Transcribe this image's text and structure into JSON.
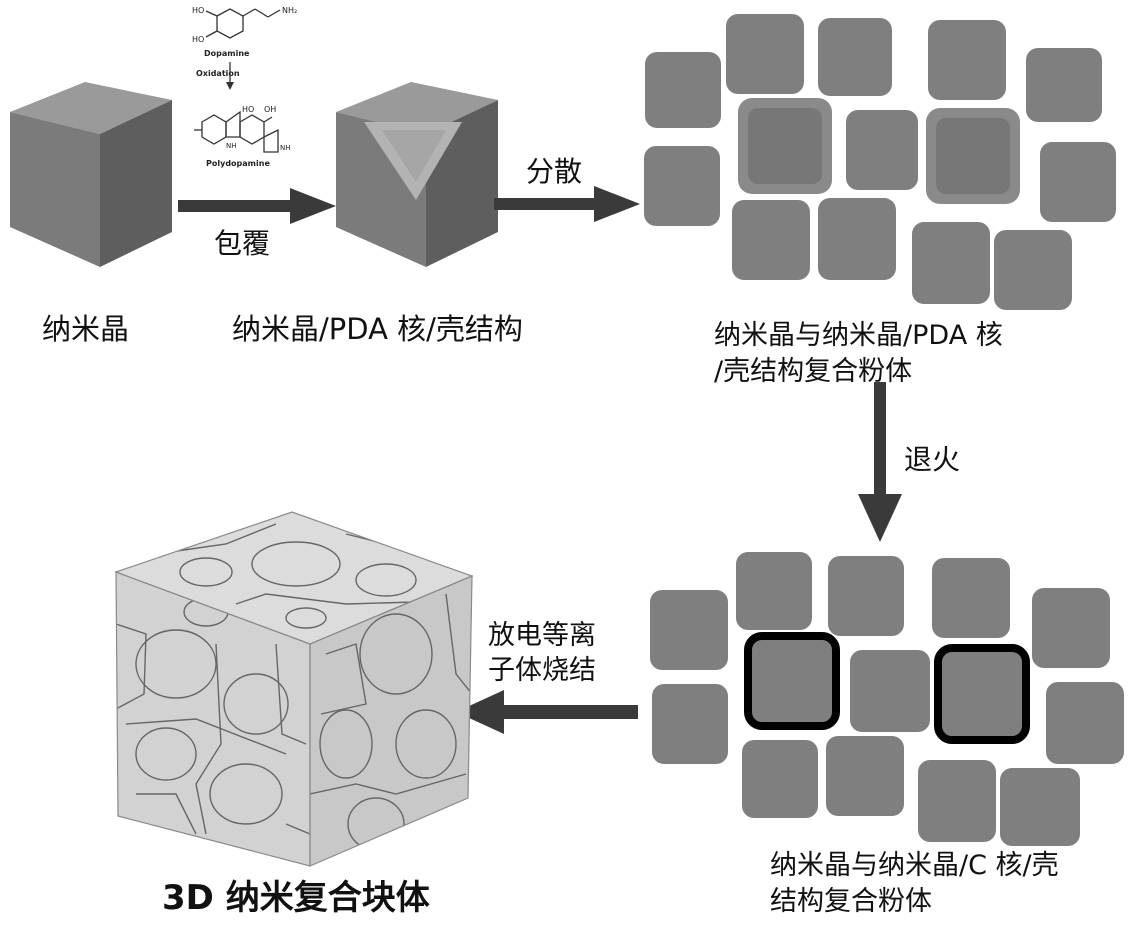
{
  "labels": {
    "nanocrystal": "纳米晶",
    "core_shell": "纳米晶/PDA 核/壳结构",
    "composite_pda_line1": "纳米晶与纳米晶/PDA 核",
    "composite_pda_line2": "/壳结构复合粉体",
    "composite_c_line1": "纳米晶与纳米晶/C 核/壳",
    "composite_c_line2": "结构复合粉体",
    "bulk_3d": "3D 纳米复合块体"
  },
  "steps": {
    "coating": "包覆",
    "dispersion": "分散",
    "annealing": "退火",
    "sps_line1": "放电等离",
    "sps_line2": "子体烧结"
  },
  "chemistry": {
    "ho_top": "HO",
    "ho_bottom": "HO",
    "nh2": "NH₂",
    "dopamine": "Dopamine",
    "oxidation": "Oxidation",
    "polydopamine": "Polydopamine",
    "ho_pda": "HO",
    "oh_pda": "OH",
    "nh_left": "NH",
    "nh_right": "NH"
  },
  "colors": {
    "cube_front": "#7b7b7b",
    "cube_side": "#5e5e5e",
    "cube_top": "#9a9a9a",
    "shell_triangle": "#b3b3b3",
    "particle": "#7f7f7f",
    "particle_core": "#777777",
    "carbon_shell": "#000000",
    "arrow": "#3a3a3a",
    "bulk_face": "#d6d6d6",
    "grain_line": "#666666"
  }
}
